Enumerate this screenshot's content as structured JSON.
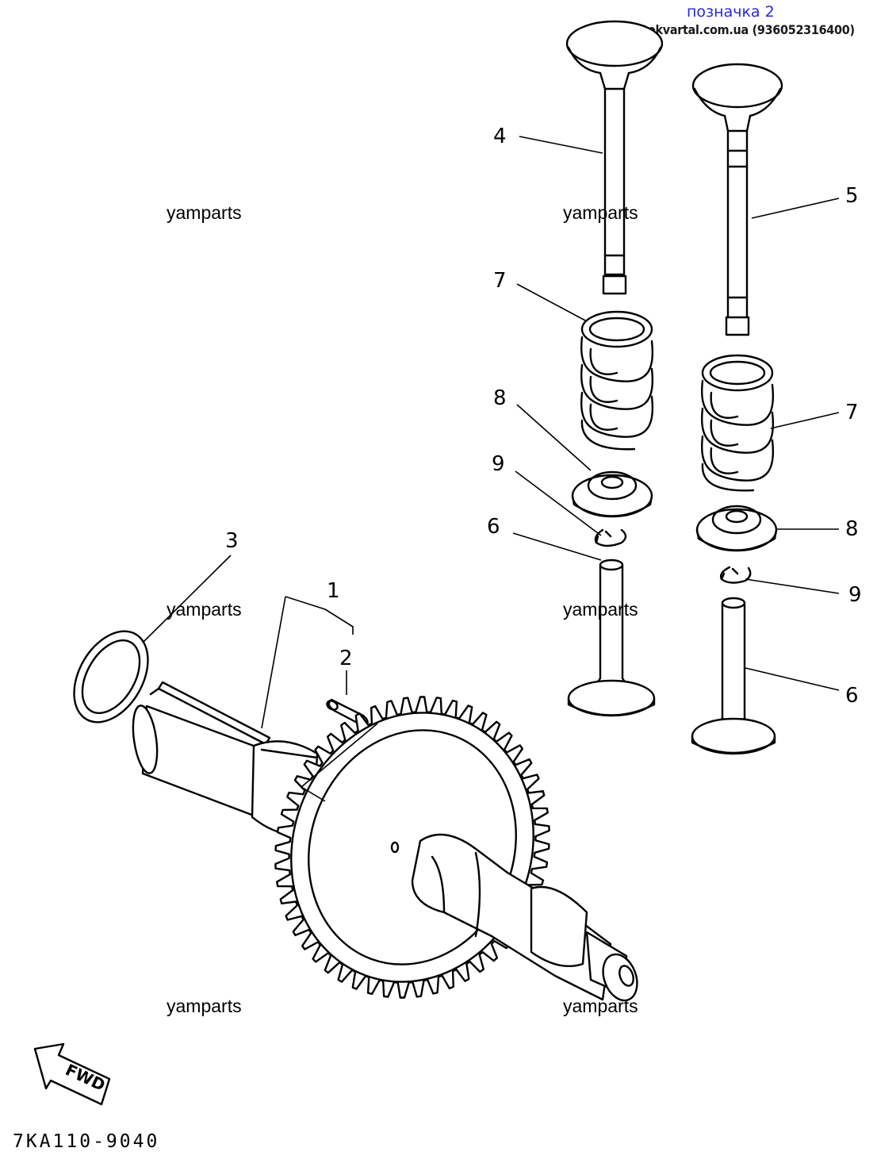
{
  "header": {
    "note": "позначка 2",
    "site": "motokvartal.com.ua (936052316400)"
  },
  "watermark": "yamparts",
  "diagram_code": "7KA110-9040",
  "fwd_label": "FWD",
  "callouts": {
    "c1": "1",
    "c2": "2",
    "c3": "3",
    "c4": "4",
    "c5": "5",
    "c6a": "6",
    "c6b": "6",
    "c7a": "7",
    "c7b": "7",
    "c8a": "8",
    "c8b": "8",
    "c9a": "9",
    "c9b": "9"
  }
}
